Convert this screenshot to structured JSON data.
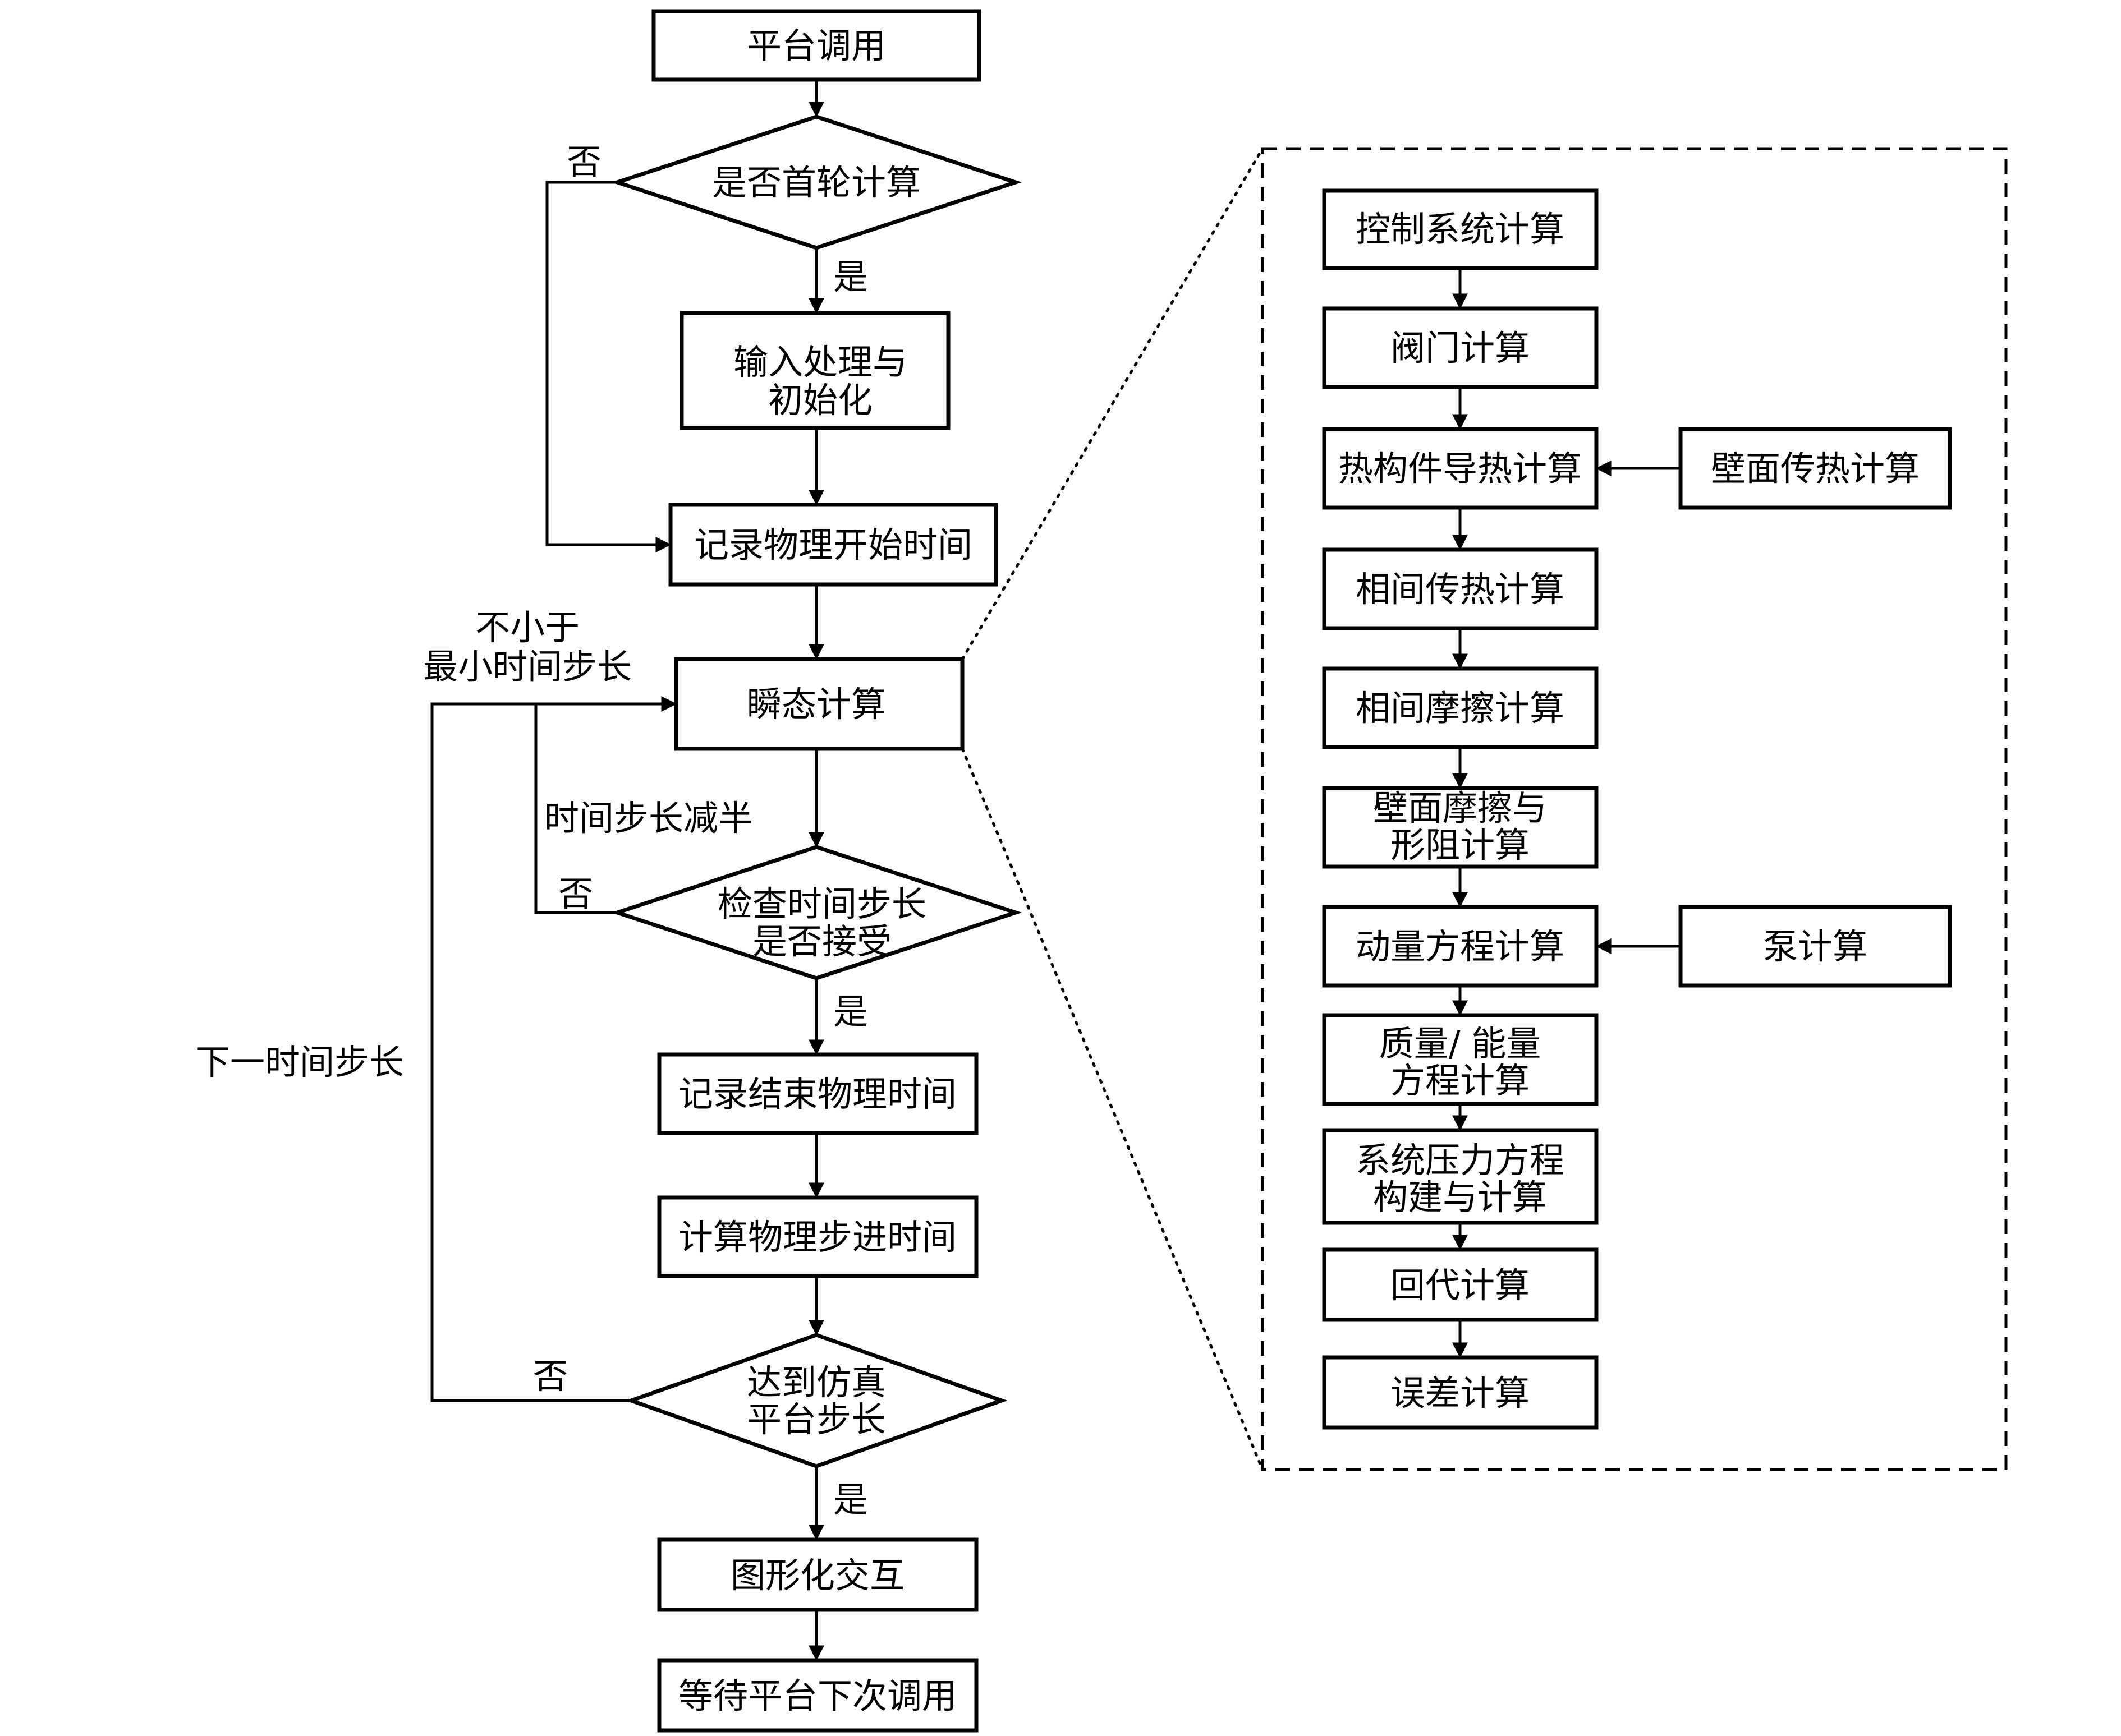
{
  "main_flow": {
    "platform_call": "平台调用",
    "first_round_check": "是否首轮计算",
    "input_init": [
      "输入处理与",
      "初始化"
    ],
    "record_start": "记录物理开始时间",
    "transient_calc": "瞬态计算",
    "check_timestep": [
      "检查时间步长",
      "是否接受"
    ],
    "record_end": "记录结束物理时间",
    "compute_step": "计算物理步进时间",
    "reach_step": [
      "达到仿真",
      "平台步长"
    ],
    "graphic_interact": "图形化交互",
    "wait_next": "等待平台下次调用"
  },
  "labels": {
    "no_first": "否",
    "yes_first": "是",
    "min_step": [
      "不小于",
      "最小时间步长"
    ],
    "halve_step": "时间步长减半",
    "no_check": "否",
    "yes_check": "是",
    "next_step": "下一时间步长",
    "no_reach": "否",
    "yes_reach": "是"
  },
  "detail_flow": {
    "control": "控制系统计算",
    "valve": "阀门计算",
    "heat_conduct": "热构件导热计算",
    "wall_heat": "壁面传热计算",
    "phase_heat": "相间传热计算",
    "phase_friction": "相间摩擦计算",
    "wall_friction": [
      "壁面摩擦与",
      "形阻计算"
    ],
    "momentum": "动量方程计算",
    "pump": "泵计算",
    "mass_energy": [
      "质量/ 能量",
      "方程计算"
    ],
    "pressure": [
      "系统压力方程",
      "构建与计算"
    ],
    "back_sub": "回代计算",
    "error": "误差计算"
  }
}
